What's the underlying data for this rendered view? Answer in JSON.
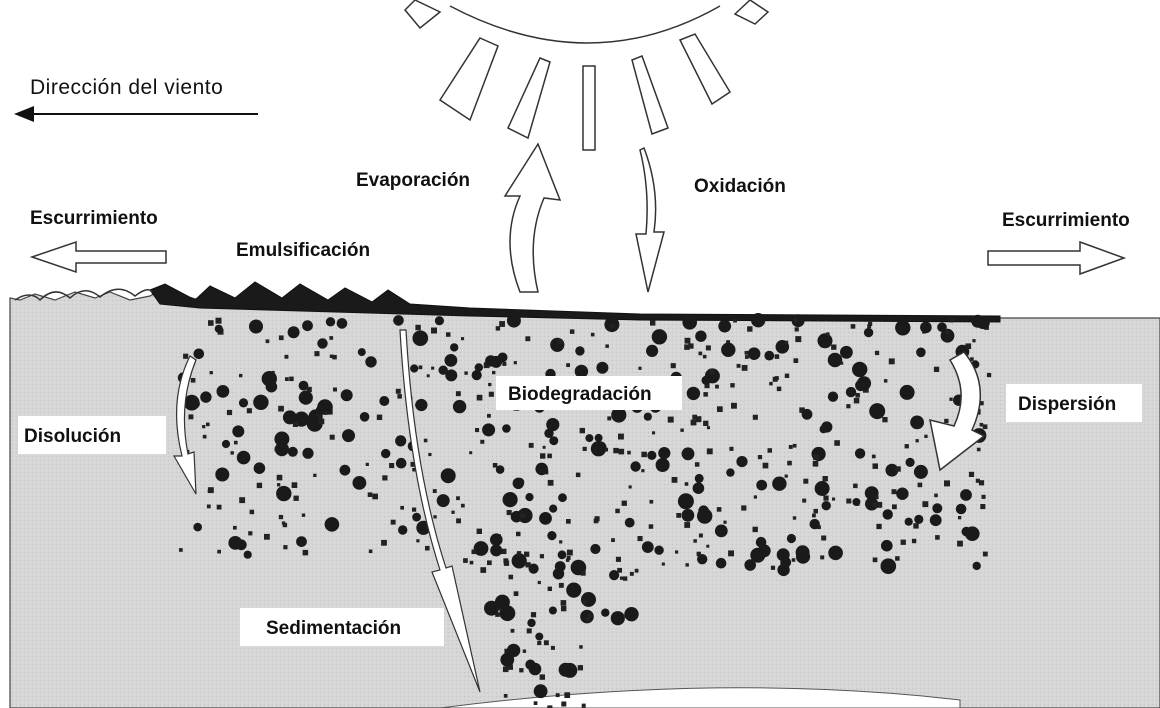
{
  "labels": {
    "wind": "Dirección del viento",
    "runoff_left": "Escurrimiento",
    "runoff_right": "Escurrimiento",
    "emulsification": "Emulsificación",
    "evaporation": "Evaporación",
    "oxidation": "Oxidación",
    "dissolution": "Disolución",
    "biodegradation": "Biodegradación",
    "dispersion": "Dispersión",
    "sedimentation": "Sedimentación"
  },
  "colors": {
    "water": "#d6d6d6",
    "oil": "#1a1a1a",
    "line": "#222222",
    "background": "#ffffff",
    "label_box": "#ffffff"
  },
  "icons": [
    "sun-icon",
    "arrow-left-icon",
    "arrow-up-icon",
    "arrow-down-icon"
  ]
}
